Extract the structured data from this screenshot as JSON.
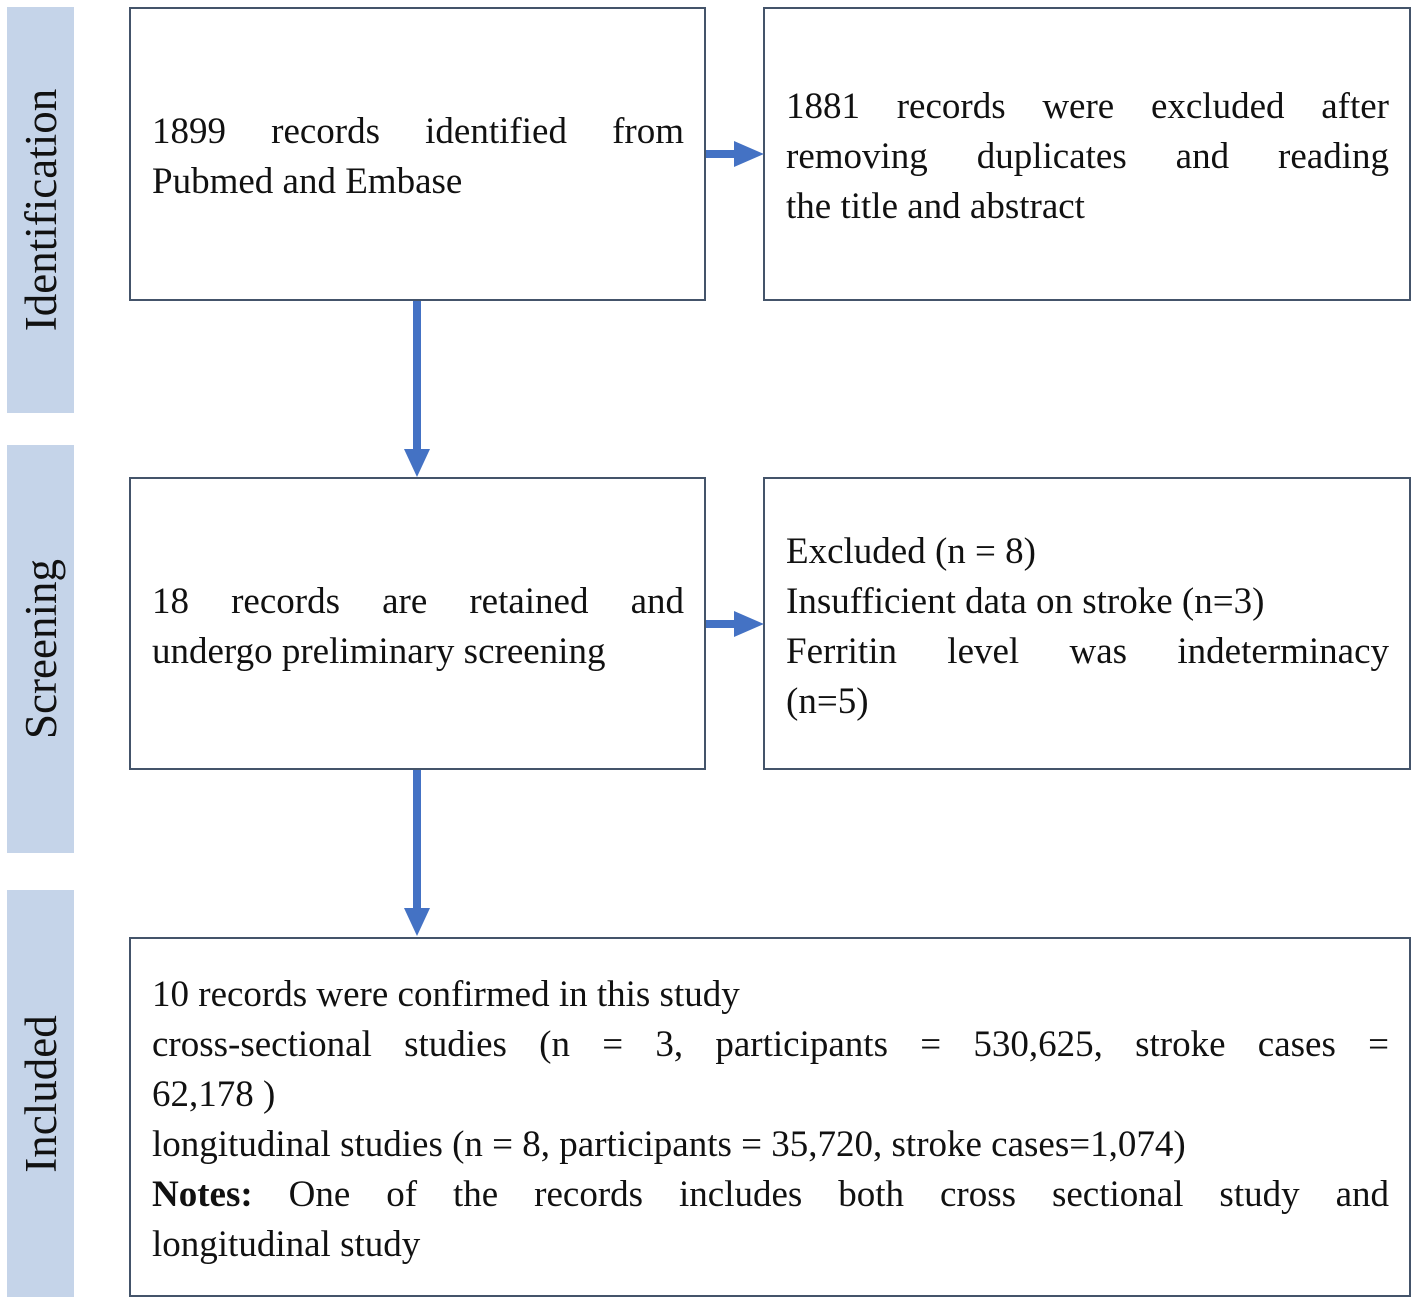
{
  "stages": {
    "identification": "Identification",
    "screening": "Screening",
    "included": "Included"
  },
  "boxes": {
    "identified": [
      "1899 records identified from",
      "Pubmed and Embase"
    ],
    "excluded_duplicates": [
      "1881 records were excluded after",
      "removing duplicates and reading",
      "the title and abstract"
    ],
    "retained": [
      "18 records are retained and",
      "undergo preliminary screening"
    ],
    "excluded_screening": {
      "header": "Excluded (n = 8)",
      "item1": "Insufficient data on stroke (n=3)",
      "item2_a": "Ferritin level was indeterminacy",
      "item2_b": "(n=5)"
    },
    "included": {
      "line1": "10 records were confirmed in this study",
      "line2": "cross-sectional studies (n = 3, participants = 530,625, stroke cases =",
      "line3": "62,178 )",
      "line4": "longitudinal studies (n = 8, participants = 35,720, stroke cases=1,074)",
      "notes_label": "Notes:",
      "notes_text": " One of the records includes both cross sectional study and",
      "notes_text2": "longitudinal study"
    }
  },
  "colors": {
    "stage_band": "#c5d4e9",
    "arrow": "#4472c4",
    "box_border": "#44546a"
  }
}
